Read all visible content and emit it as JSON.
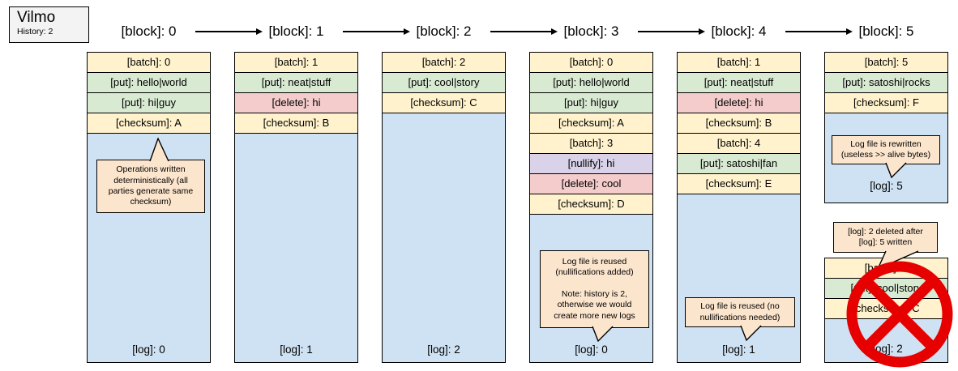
{
  "legend": {
    "title": "Vilmo",
    "history": "History: 2"
  },
  "colors": {
    "batch": "#fff2cc",
    "put": "#d9ead3",
    "delete": "#f4cccc",
    "nullify": "#d9d2e9",
    "checksum": "#fff2cc",
    "log_area": "#cfe2f3",
    "callout": "#fce5cd",
    "legend_box": "#f3f3f3",
    "prohibition": "#e60000",
    "border": "#000000"
  },
  "blocks": [
    {
      "label": "[block]: 0",
      "stacks": [
        {
          "rows": [
            {
              "kind": "batch",
              "text": "[batch]: 0"
            },
            {
              "kind": "put",
              "text": "[put]: hello|world"
            },
            {
              "kind": "put",
              "text": "[put]: hi|guy"
            },
            {
              "kind": "checksum",
              "text": "[checksum]: A"
            }
          ],
          "log": "[log]: 0"
        }
      ]
    },
    {
      "label": "[block]: 1",
      "stacks": [
        {
          "rows": [
            {
              "kind": "batch",
              "text": "[batch]: 1"
            },
            {
              "kind": "put",
              "text": "[put]: neat|stuff"
            },
            {
              "kind": "delete",
              "text": "[delete]: hi"
            },
            {
              "kind": "checksum",
              "text": "[checksum]: B"
            }
          ],
          "log": "[log]: 1"
        }
      ]
    },
    {
      "label": "[block]: 2",
      "stacks": [
        {
          "rows": [
            {
              "kind": "batch",
              "text": "[batch]: 2"
            },
            {
              "kind": "put",
              "text": "[put]: cool|story"
            },
            {
              "kind": "checksum",
              "text": "[checksum]: C"
            }
          ],
          "log": "[log]: 2"
        }
      ]
    },
    {
      "label": "[block]: 3",
      "stacks": [
        {
          "rows": [
            {
              "kind": "batch",
              "text": "[batch]: 0"
            },
            {
              "kind": "put",
              "text": "[put]: hello|world"
            },
            {
              "kind": "put",
              "text": "[put]: hi|guy"
            },
            {
              "kind": "checksum",
              "text": "[checksum]: A"
            },
            {
              "kind": "batch",
              "text": "[batch]: 3"
            },
            {
              "kind": "nullify",
              "text": "[nullify]: hi"
            },
            {
              "kind": "delete",
              "text": "[delete]: cool"
            },
            {
              "kind": "checksum",
              "text": "[checksum]: D"
            }
          ],
          "log": "[log]: 0"
        }
      ]
    },
    {
      "label": "[block]: 4",
      "stacks": [
        {
          "rows": [
            {
              "kind": "batch",
              "text": "[batch]: 1"
            },
            {
              "kind": "put",
              "text": "[put]: neat|stuff"
            },
            {
              "kind": "delete",
              "text": "[delete]: hi"
            },
            {
              "kind": "checksum",
              "text": "[checksum]: B"
            },
            {
              "kind": "batch",
              "text": "[batch]: 4"
            },
            {
              "kind": "put",
              "text": "[put]: satoshi|fan"
            },
            {
              "kind": "checksum",
              "text": "[checksum]: E"
            }
          ],
          "log": "[log]: 1"
        }
      ]
    },
    {
      "label": "[block]: 5",
      "stacks": [
        {
          "rows": [
            {
              "kind": "batch",
              "text": "[batch]: 5"
            },
            {
              "kind": "put",
              "text": "[put]: satoshi|rocks"
            },
            {
              "kind": "checksum",
              "text": "[checksum]: F"
            }
          ],
          "log": "[log]: 5"
        },
        {
          "crossed": true,
          "rows": [
            {
              "kind": "batch",
              "text": "[batch]: 2"
            },
            {
              "kind": "put",
              "text": "[put]: cool|story"
            },
            {
              "kind": "checksum",
              "text": "[checksum]: C"
            }
          ],
          "log": "[log]: 2"
        }
      ]
    }
  ],
  "callouts": {
    "det": "Operations written\ndeterministically (all\nparties generate same\nchecksum)",
    "reuse_null": "Log file is reused\n(nullifications added)\n\nNote: history is 2,\notherwise we would\ncreate more new logs",
    "reuse_clean": "Log file is reused (no\nnullifications needed)",
    "rewritten": "Log file is rewritten\n(useless >> alive bytes)",
    "deleted_after": "[log]: 2 deleted after\n[log]: 5 written"
  }
}
